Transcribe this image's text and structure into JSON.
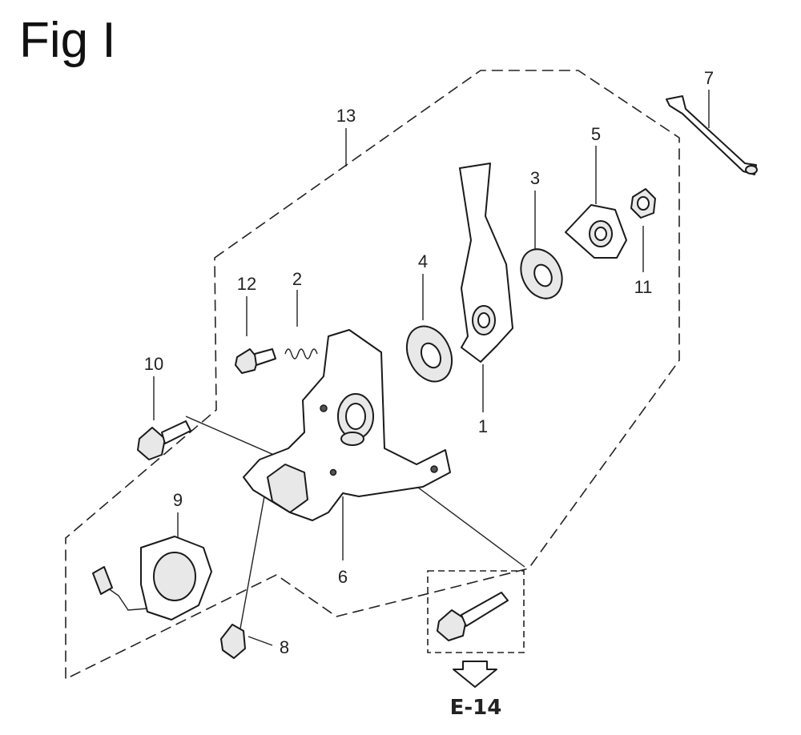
{
  "figure_title": "Fig I",
  "callouts": [
    "1",
    "2",
    "3",
    "4",
    "5",
    "6",
    "7",
    "8",
    "9",
    "10",
    "11",
    "12",
    "13"
  ],
  "reference": "E-14"
}
